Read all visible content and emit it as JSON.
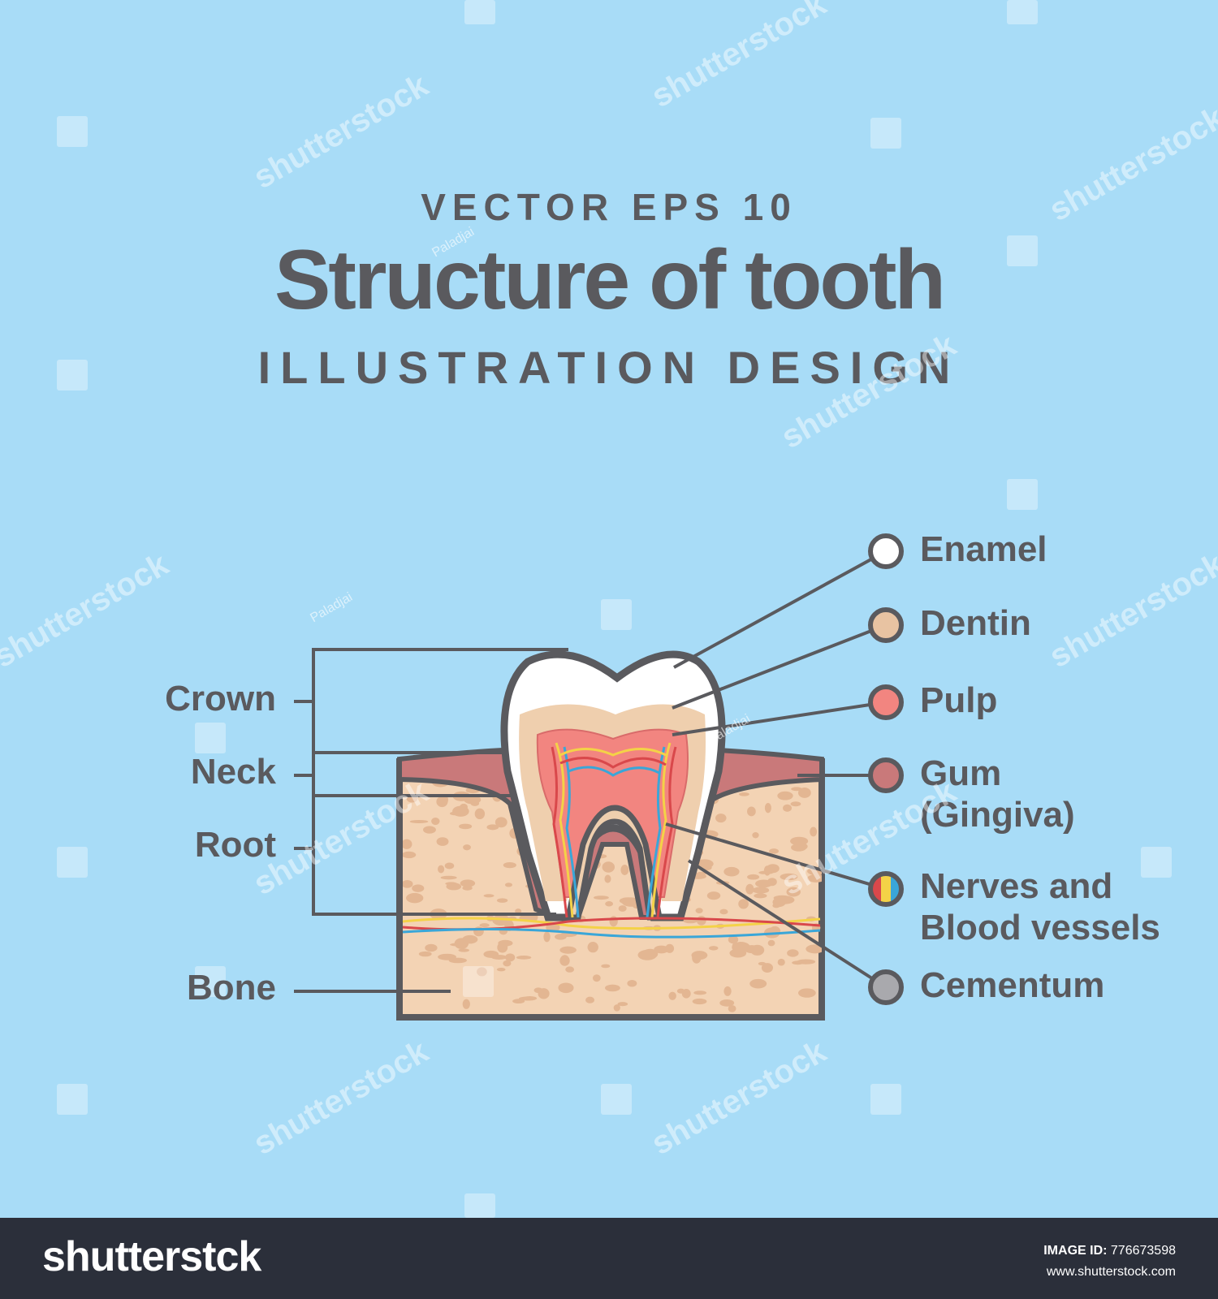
{
  "heading": {
    "top": "VECTOR EPS 10",
    "title": "Structure of tooth",
    "subtitle": "ILLUSTRATION DESIGN"
  },
  "left_labels": {
    "crown": "Crown",
    "neck": "Neck",
    "root": "Root",
    "bone": "Bone"
  },
  "right_labels": [
    {
      "text": "Enamel",
      "color": "#ffffff"
    },
    {
      "text": "Dentin",
      "color": "#e8c3a2"
    },
    {
      "text": "Pulp",
      "color": "#f28580"
    },
    {
      "text": "Gum",
      "text2": "(Gingiva)",
      "color": "#c9797a"
    },
    {
      "text": "Nerves and",
      "text2": "Blood vessels",
      "color": "#f4d247"
    },
    {
      "text": "Cementum",
      "color": "#a9a9ad"
    }
  ],
  "watermark": {
    "text": "shutterstock",
    "author": "Paladjai"
  },
  "footer": {
    "logo": "shutterstck",
    "image_id_label": "IMAGE ID:",
    "image_id": "776673598",
    "site": "www.shutterstock.com"
  },
  "colors": {
    "background": "#a8dcf7",
    "outline": "#5a5a5e",
    "bone": "#f3d3b4",
    "gum": "#c9797a"
  }
}
